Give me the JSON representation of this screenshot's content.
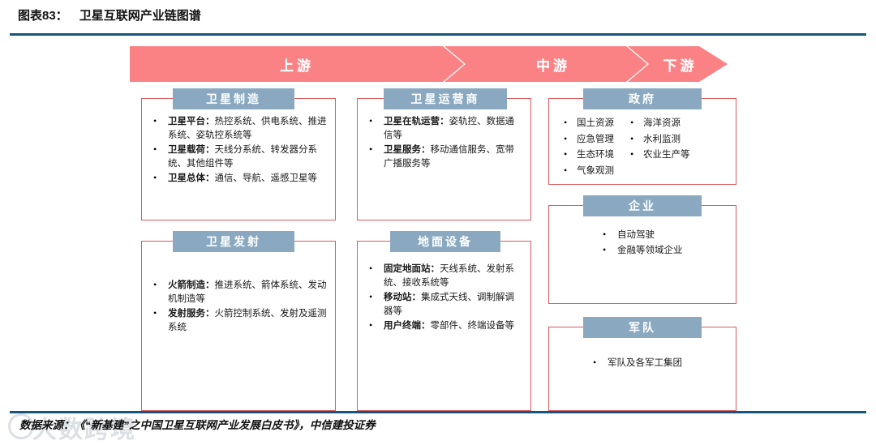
{
  "header": {
    "figure_label": "图表83：",
    "title": "卫星互联网产业链图谱",
    "rule_color": "#17557d"
  },
  "banner": {
    "accent_color": "#fa8184",
    "segments": [
      {
        "label": "上游"
      },
      {
        "label": "中游"
      },
      {
        "label": "下游"
      }
    ]
  },
  "theme": {
    "box_border_color": "#d95b5b",
    "box_header_color": "#8aa9c1",
    "text_color": "#1a1a1a"
  },
  "boxes": {
    "satellite_manufacturing": {
      "title": "卫星制造",
      "items": [
        {
          "lead": "卫星平台：",
          "rest": "热控系统、供电系统、推进系统、姿轨控系统等"
        },
        {
          "lead": "卫星载荷：",
          "rest": "天线分系统、转发器分系统、其他组件等"
        },
        {
          "lead": "卫星总体：",
          "rest": "通信、导航、遥感卫星等"
        }
      ]
    },
    "satellite_launch": {
      "title": "卫星发射",
      "items": [
        {
          "lead": "火箭制造：",
          "rest": "推进系统、箭体系统、发动机制造等"
        },
        {
          "lead": "发射服务：",
          "rest": "火箭控制系统、发射及遥测系统"
        }
      ]
    },
    "satellite_operator": {
      "title": "卫星运营商",
      "items": [
        {
          "lead": "卫星在轨运营：",
          "rest": "姿轨控、数据通信等"
        },
        {
          "lead": "卫星服务：",
          "rest": "移动通信服务、宽带广播服务等"
        }
      ]
    },
    "ground_equipment": {
      "title": "地面设备",
      "items": [
        {
          "lead": "固定地面站：",
          "rest": "天线系统、发射系统、接收系统等"
        },
        {
          "lead": "移动站：",
          "rest": "集成式天线、调制解调器等"
        },
        {
          "lead": "用户终端：",
          "rest": "零部件、终端设备等"
        }
      ]
    },
    "government": {
      "title": "政府",
      "col_left": [
        "国土资源",
        "应急管理",
        "生态环境",
        "气象观测"
      ],
      "col_right": [
        "海洋资源",
        "水利监测",
        "农业生产等"
      ]
    },
    "enterprise": {
      "title": "企业",
      "items": [
        "自动驾驶",
        "金融等领域企业"
      ]
    },
    "military": {
      "title": "军队",
      "items": [
        "军队及各军工集团"
      ]
    }
  },
  "footer": {
    "source": "数据来源：《“新基建”之中国卫星互联网产业发展白皮书》，中信建投证券",
    "watermark": "大数跨境"
  }
}
